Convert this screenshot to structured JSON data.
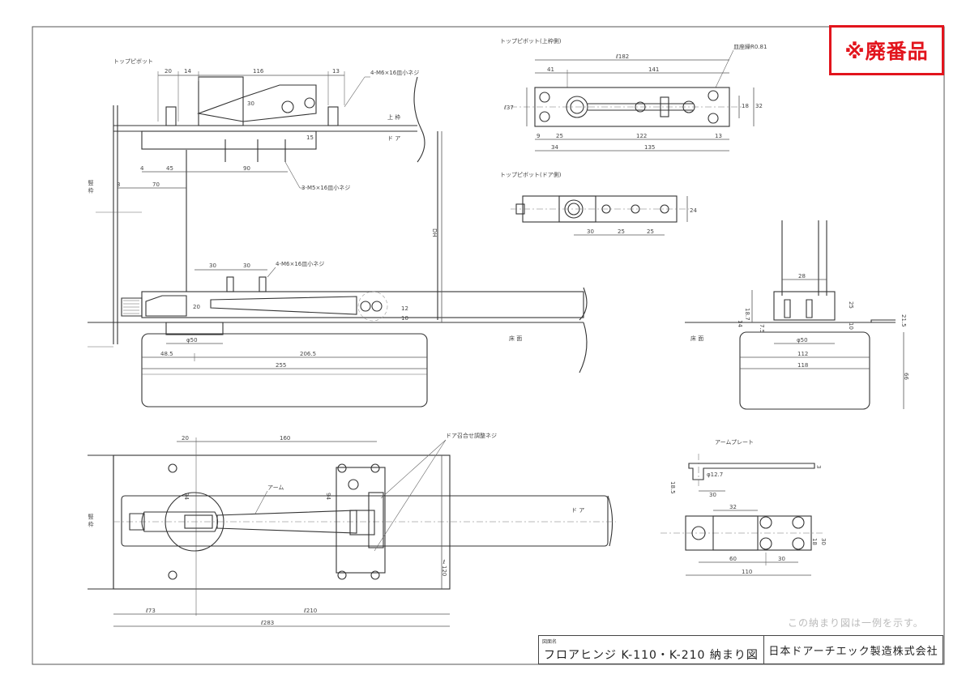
{
  "stamp": {
    "text": "※廃番品",
    "color": "#e2141c"
  },
  "labels": {
    "top_pivot": "トップピボット",
    "top_pivot_frame": "トップピボット(上枠側)",
    "top_pivot_door": "トップピボット(ドア側)",
    "upper_frame": "上 枠",
    "door": "ド ア",
    "door_plan": "ド ア",
    "wall_frame": "竪 枠",
    "wall_frame_plan": "竪 枠",
    "floor": "床 面",
    "floor_side": "床 面",
    "dh": "DH",
    "arm": "アーム",
    "arm_plate": "アームプレート",
    "screw_top": "4-M6×16皿小ネジ",
    "screw_door": "3-M5×16皿小ネジ",
    "screw_arm": "4-M6×16皿小ネジ",
    "adjust_screw": "ドア召合せ調整ネジ",
    "countersink": "皿座繰R0.81"
  },
  "dims": {
    "side": {
      "d20": "20",
      "d14": "14",
      "d116": "116",
      "d13": "13",
      "d30v": "30",
      "d15": "15",
      "d4": "4",
      "d45": "45",
      "d90": "90",
      "d70": "70",
      "d3": "3",
      "d30a": "30",
      "d30b": "30",
      "d20b": "20",
      "d10": "10",
      "d12": "12",
      "phi50": "φ50",
      "d48_5": "48.5",
      "d206_5": "206.5",
      "d255": "255"
    },
    "pivot_frame": {
      "l182": "ℓ182",
      "d41": "41",
      "d141": "141",
      "l37": "ℓ37",
      "d18": "18",
      "d32": "32",
      "d9": "9",
      "d25": "25",
      "d122": "122",
      "d13": "13",
      "d34": "34",
      "d135": "135"
    },
    "pivot_door": {
      "d30": "30",
      "d25a": "25",
      "d25b": "25",
      "d24": "24"
    },
    "front": {
      "d28": "28",
      "d18_7": "18.7",
      "d14": "14",
      "d7_5": "7.5",
      "d10": "10",
      "d25": "25",
      "d21_5": "21.5",
      "phi50": "φ50",
      "d112": "112",
      "d118": "118",
      "d66": "66"
    },
    "plan": {
      "d20": "20",
      "d160": "160",
      "d94a": "94",
      "d94b": "94",
      "l120": "ℓ120",
      "l73": "ℓ73",
      "l210": "ℓ210",
      "l283": "ℓ283"
    },
    "arm_plate": {
      "d18_5": "18.5",
      "phi12_7": "φ12.7",
      "d30": "30",
      "d3": "3",
      "d32": "32",
      "d18": "18",
      "d30v": "30",
      "d60": "60",
      "d30b": "30",
      "d110": "110"
    }
  },
  "note": "この納まり図は一例を示す。",
  "title_block": {
    "caption": "図面名",
    "title": "フロアヒンジ K-110・K-210 納まり図",
    "company": "日本ドアーチエック製造株式会社"
  }
}
